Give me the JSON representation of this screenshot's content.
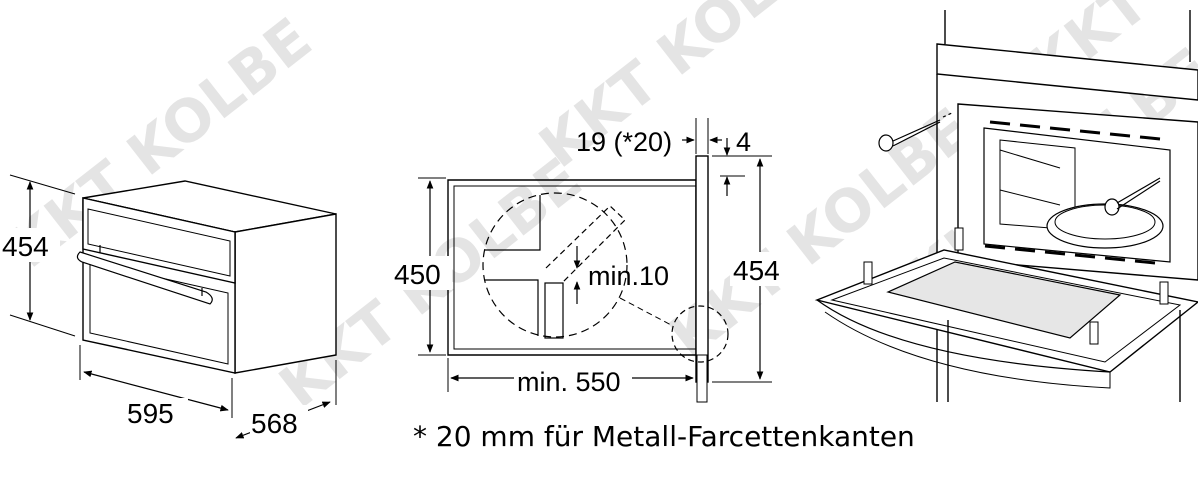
{
  "watermark": "KKT KOLBE",
  "oven_view": {
    "height_label": "454",
    "width_label": "595",
    "depth_label": "568"
  },
  "section_view": {
    "front_label": "19 (*20)",
    "gap_label": "4",
    "niche_height_label": "450",
    "device_height_label": "454",
    "vent_label": "min.10",
    "depth_label": "min. 550"
  },
  "footnote": "* 20 mm für Metall-Farcettenkanten",
  "icons": [
    "screw-icon"
  ]
}
